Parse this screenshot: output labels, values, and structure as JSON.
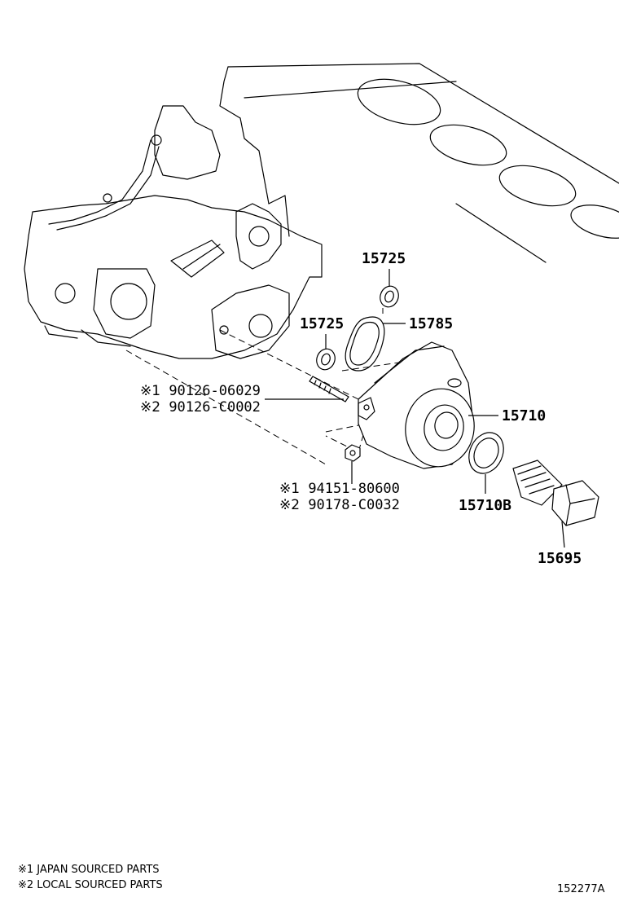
{
  "callouts": {
    "c15725_top": "15725",
    "c15725_left": "15725",
    "c15785": "15785",
    "c15710": "15710",
    "c15710b": "15710B",
    "c15695": "15695"
  },
  "stud": {
    "mark1": "※1",
    "part1": "90126-06029",
    "mark2": "※2",
    "part2": "90126-C0002"
  },
  "nut": {
    "mark1": "※1",
    "part1": "94151-80600",
    "mark2": "※2",
    "part2": "90178-C0032"
  },
  "legend": {
    "line1": "※1 JAPAN SOURCED PARTS",
    "line2": "※2 LOCAL SOURCED PARTS"
  },
  "figure_id": "152277A"
}
